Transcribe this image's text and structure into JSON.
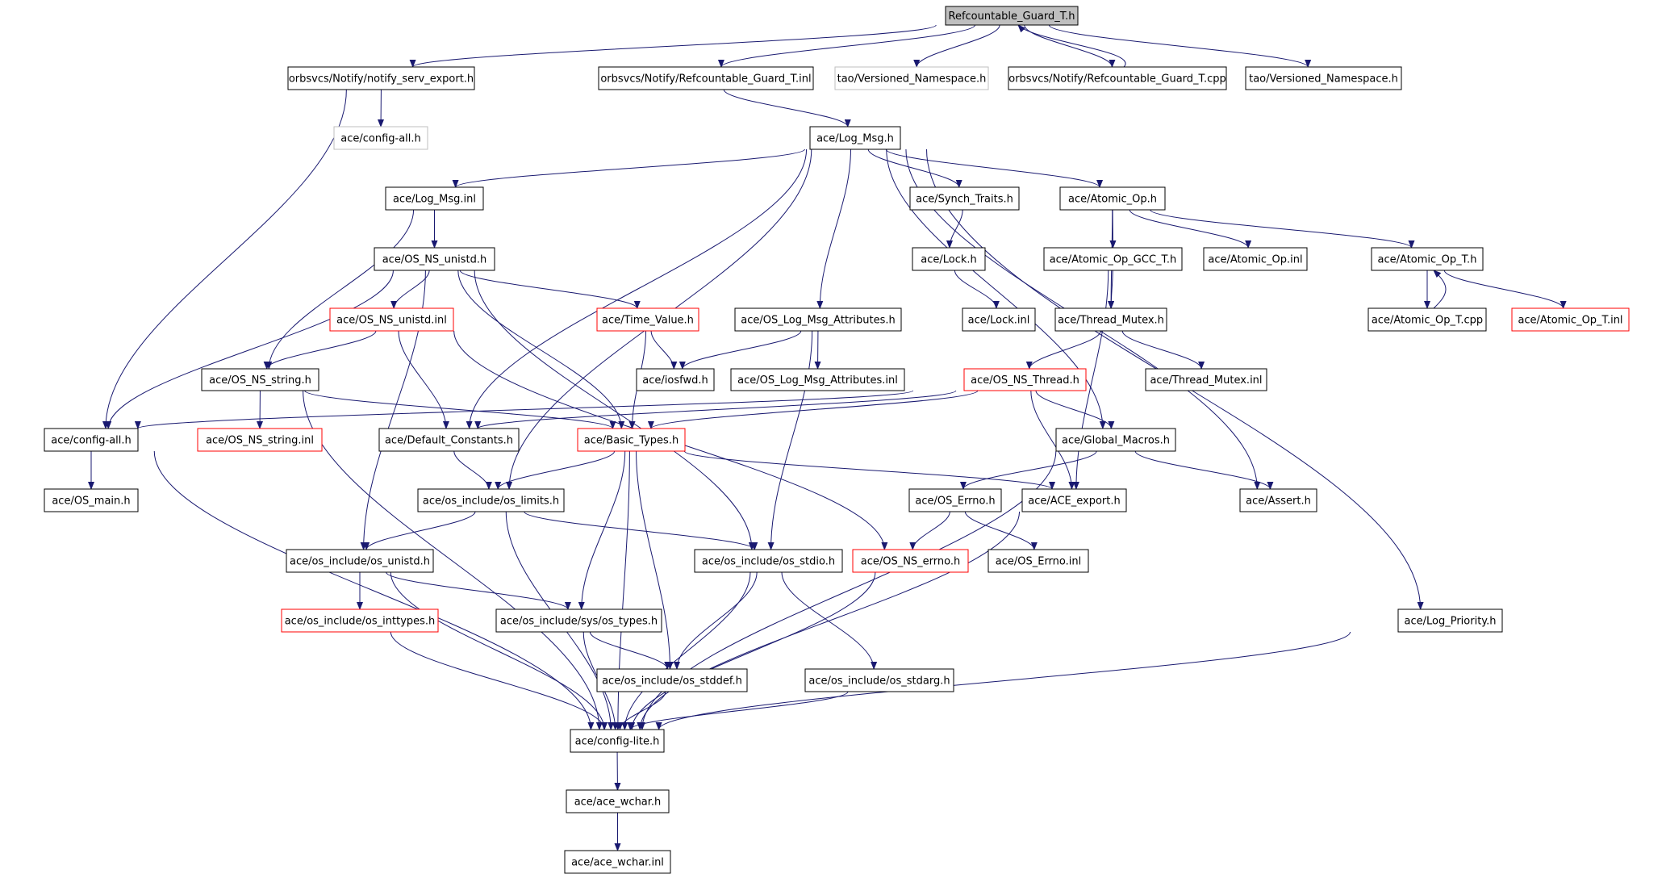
{
  "colors": {
    "edge": "#191970",
    "border_normal": "#000000",
    "border_truncated": "#ff0000",
    "border_missing": "#bfbfbf",
    "root_fill": "#bfbfbf",
    "fill": "#ffffff",
    "text": "#000000"
  },
  "nodes": [
    {
      "id": "root",
      "label": "Refcountable_Guard_T.h",
      "kind": "root"
    },
    {
      "id": "notify_export",
      "label": "orbsvcs/Notify/notify_serv_export.h",
      "kind": "normal"
    },
    {
      "id": "rg_inl",
      "label": "orbsvcs/Notify/Refcountable_Guard_T.inl",
      "kind": "normal"
    },
    {
      "id": "tao_vn_missing",
      "label": "tao/Versioned_Namespace.h",
      "kind": "missing"
    },
    {
      "id": "rg_cpp",
      "label": "orbsvcs/Notify/Refcountable_Guard_T.cpp",
      "kind": "normal"
    },
    {
      "id": "tao_vn",
      "label": "tao/Versioned_Namespace.h",
      "kind": "normal"
    },
    {
      "id": "config_all_missing",
      "label": "ace/config-all.h",
      "kind": "missing"
    },
    {
      "id": "log_msg_h",
      "label": "ace/Log_Msg.h",
      "kind": "normal"
    },
    {
      "id": "log_msg_inl",
      "label": "ace/Log_Msg.inl",
      "kind": "normal"
    },
    {
      "id": "synch_traits",
      "label": "ace/Synch_Traits.h",
      "kind": "normal"
    },
    {
      "id": "atomic_op_h",
      "label": "ace/Atomic_Op.h",
      "kind": "normal"
    },
    {
      "id": "os_ns_unistd_h",
      "label": "ace/OS_NS_unistd.h",
      "kind": "normal"
    },
    {
      "id": "lock_h",
      "label": "ace/Lock.h",
      "kind": "normal"
    },
    {
      "id": "atomic_gcc",
      "label": "ace/Atomic_Op_GCC_T.h",
      "kind": "normal"
    },
    {
      "id": "atomic_op_inl",
      "label": "ace/Atomic_Op.inl",
      "kind": "normal"
    },
    {
      "id": "atomic_op_t_h",
      "label": "ace/Atomic_Op_T.h",
      "kind": "normal"
    },
    {
      "id": "os_ns_unistd_inl",
      "label": "ace/OS_NS_unistd.inl",
      "kind": "truncated"
    },
    {
      "id": "time_value",
      "label": "ace/Time_Value.h",
      "kind": "truncated"
    },
    {
      "id": "log_attr_h",
      "label": "ace/OS_Log_Msg_Attributes.h",
      "kind": "normal"
    },
    {
      "id": "lock_inl",
      "label": "ace/Lock.inl",
      "kind": "normal"
    },
    {
      "id": "thread_mutex_h",
      "label": "ace/Thread_Mutex.h",
      "kind": "normal"
    },
    {
      "id": "atomic_op_t_cpp",
      "label": "ace/Atomic_Op_T.cpp",
      "kind": "normal"
    },
    {
      "id": "atomic_op_t_inl",
      "label": "ace/Atomic_Op_T.inl",
      "kind": "truncated"
    },
    {
      "id": "os_ns_string_h",
      "label": "ace/OS_NS_string.h",
      "kind": "normal"
    },
    {
      "id": "iosfwd",
      "label": "ace/iosfwd.h",
      "kind": "normal"
    },
    {
      "id": "log_attr_inl",
      "label": "ace/OS_Log_Msg_Attributes.inl",
      "kind": "normal"
    },
    {
      "id": "os_ns_thread",
      "label": "ace/OS_NS_Thread.h",
      "kind": "truncated"
    },
    {
      "id": "thread_mutex_inl",
      "label": "ace/Thread_Mutex.inl",
      "kind": "normal"
    },
    {
      "id": "config_all",
      "label": "ace/config-all.h",
      "kind": "normal"
    },
    {
      "id": "os_ns_string_inl",
      "label": "ace/OS_NS_string.inl",
      "kind": "truncated"
    },
    {
      "id": "default_constants",
      "label": "ace/Default_Constants.h",
      "kind": "normal"
    },
    {
      "id": "basic_types",
      "label": "ace/Basic_Types.h",
      "kind": "truncated"
    },
    {
      "id": "global_macros",
      "label": "ace/Global_Macros.h",
      "kind": "normal"
    },
    {
      "id": "os_main",
      "label": "ace/OS_main.h",
      "kind": "normal"
    },
    {
      "id": "os_limits",
      "label": "ace/os_include/os_limits.h",
      "kind": "normal"
    },
    {
      "id": "os_errno_h",
      "label": "ace/OS_Errno.h",
      "kind": "normal"
    },
    {
      "id": "ace_export",
      "label": "ace/ACE_export.h",
      "kind": "normal"
    },
    {
      "id": "assert_h",
      "label": "ace/Assert.h",
      "kind": "normal"
    },
    {
      "id": "os_unistd",
      "label": "ace/os_include/os_unistd.h",
      "kind": "normal"
    },
    {
      "id": "os_stdio",
      "label": "ace/os_include/os_stdio.h",
      "kind": "normal"
    },
    {
      "id": "os_ns_errno",
      "label": "ace/OS_NS_errno.h",
      "kind": "truncated"
    },
    {
      "id": "os_errno_inl",
      "label": "ace/OS_Errno.inl",
      "kind": "normal"
    },
    {
      "id": "os_inttypes",
      "label": "ace/os_include/os_inttypes.h",
      "kind": "truncated"
    },
    {
      "id": "sys_types",
      "label": "ace/os_include/sys/os_types.h",
      "kind": "normal"
    },
    {
      "id": "log_priority",
      "label": "ace/Log_Priority.h",
      "kind": "normal"
    },
    {
      "id": "os_stddef",
      "label": "ace/os_include/os_stddef.h",
      "kind": "normal"
    },
    {
      "id": "os_stdarg",
      "label": "ace/os_include/os_stdarg.h",
      "kind": "normal"
    },
    {
      "id": "config_lite",
      "label": "ace/config-lite.h",
      "kind": "normal"
    },
    {
      "id": "ace_wchar_h",
      "label": "ace/ace_wchar.h",
      "kind": "normal"
    },
    {
      "id": "ace_wchar_inl",
      "label": "ace/ace_wchar.inl",
      "kind": "normal"
    }
  ],
  "edges": [
    [
      "root",
      "notify_export"
    ],
    [
      "root",
      "rg_inl"
    ],
    [
      "root",
      "tao_vn_missing"
    ],
    [
      "root",
      "rg_cpp"
    ],
    [
      "root",
      "tao_vn"
    ],
    [
      "rg_cpp",
      "root"
    ],
    [
      "notify_export",
      "config_all_missing"
    ],
    [
      "notify_export",
      "config_all"
    ],
    [
      "rg_inl",
      "log_msg_h"
    ],
    [
      "log_msg_h",
      "log_msg_inl"
    ],
    [
      "log_msg_h",
      "synch_traits"
    ],
    [
      "log_msg_h",
      "atomic_op_h"
    ],
    [
      "log_msg_h",
      "log_attr_h"
    ],
    [
      "log_msg_h",
      "default_constants"
    ],
    [
      "log_msg_h",
      "os_limits"
    ],
    [
      "log_msg_h",
      "global_macros"
    ],
    [
      "log_msg_h",
      "assert_h"
    ],
    [
      "log_msg_h",
      "log_priority"
    ],
    [
      "log_msg_inl",
      "os_ns_unistd_h"
    ],
    [
      "log_msg_inl",
      "os_ns_string_h"
    ],
    [
      "synch_traits",
      "lock_h"
    ],
    [
      "lock_h",
      "lock_inl"
    ],
    [
      "atomic_op_h",
      "atomic_gcc"
    ],
    [
      "atomic_op_h",
      "atomic_op_inl"
    ],
    [
      "atomic_op_h",
      "atomic_op_t_h"
    ],
    [
      "atomic_op_h",
      "thread_mutex_h"
    ],
    [
      "atomic_gcc",
      "thread_mutex_h"
    ],
    [
      "atomic_gcc",
      "ace_export"
    ],
    [
      "atomic_op_t_h",
      "atomic_op_t_cpp"
    ],
    [
      "atomic_op_t_cpp",
      "atomic_op_t_h"
    ],
    [
      "atomic_op_t_h",
      "atomic_op_t_inl"
    ],
    [
      "thread_mutex_h",
      "os_ns_thread"
    ],
    [
      "thread_mutex_h",
      "thread_mutex_inl"
    ],
    [
      "os_ns_unistd_h",
      "os_ns_unistd_inl"
    ],
    [
      "os_ns_unistd_h",
      "time_value"
    ],
    [
      "os_ns_unistd_h",
      "config_all"
    ],
    [
      "os_ns_unistd_h",
      "basic_types"
    ],
    [
      "os_ns_unistd_h",
      "os_unistd"
    ],
    [
      "os_ns_unistd_h",
      "os_stdio"
    ],
    [
      "os_ns_unistd_inl",
      "os_ns_string_h"
    ],
    [
      "os_ns_unistd_inl",
      "default_constants"
    ],
    [
      "os_ns_unistd_inl",
      "os_ns_errno"
    ],
    [
      "time_value",
      "iosfwd"
    ],
    [
      "time_value",
      "basic_types"
    ],
    [
      "log_attr_h",
      "iosfwd"
    ],
    [
      "log_attr_h",
      "log_attr_inl"
    ],
    [
      "log_attr_h",
      "os_stdio"
    ],
    [
      "os_ns_string_h",
      "os_ns_string_inl"
    ],
    [
      "os_ns_string_h",
      "basic_types"
    ],
    [
      "os_ns_string_h",
      "config_lite"
    ],
    [
      "os_ns_thread",
      "config_all"
    ],
    [
      "os_ns_thread",
      "default_constants"
    ],
    [
      "os_ns_thread",
      "basic_types"
    ],
    [
      "os_ns_thread",
      "global_macros"
    ],
    [
      "os_ns_thread",
      "ace_export"
    ],
    [
      "config_all",
      "os_main"
    ],
    [
      "config_all",
      "config_lite"
    ],
    [
      "default_constants",
      "os_limits"
    ],
    [
      "basic_types",
      "os_limits"
    ],
    [
      "basic_types",
      "sys_types"
    ],
    [
      "basic_types",
      "os_stddef"
    ],
    [
      "basic_types",
      "config_lite"
    ],
    [
      "basic_types",
      "ace_export"
    ],
    [
      "global_macros",
      "os_errno_h"
    ],
    [
      "global_macros",
      "assert_h"
    ],
    [
      "global_macros",
      "config_lite"
    ],
    [
      "os_limits",
      "os_unistd"
    ],
    [
      "os_limits",
      "os_stdio"
    ],
    [
      "os_limits",
      "config_lite"
    ],
    [
      "os_errno_h",
      "os_ns_errno"
    ],
    [
      "os_errno_h",
      "os_errno_inl"
    ],
    [
      "ace_export",
      "config_lite"
    ],
    [
      "os_unistd",
      "os_inttypes"
    ],
    [
      "os_unistd",
      "sys_types"
    ],
    [
      "os_unistd",
      "config_lite"
    ],
    [
      "os_stdio",
      "os_stddef"
    ],
    [
      "os_stdio",
      "os_stdarg"
    ],
    [
      "os_stdio",
      "config_lite"
    ],
    [
      "os_ns_errno",
      "config_lite"
    ],
    [
      "os_inttypes",
      "config_lite"
    ],
    [
      "sys_types",
      "os_stddef"
    ],
    [
      "sys_types",
      "config_lite"
    ],
    [
      "os_stddef",
      "config_lite"
    ],
    [
      "os_stdarg",
      "config_lite"
    ],
    [
      "log_priority",
      "config_lite"
    ],
    [
      "config_lite",
      "ace_wchar_h"
    ],
    [
      "ace_wchar_h",
      "ace_wchar_inl"
    ]
  ]
}
